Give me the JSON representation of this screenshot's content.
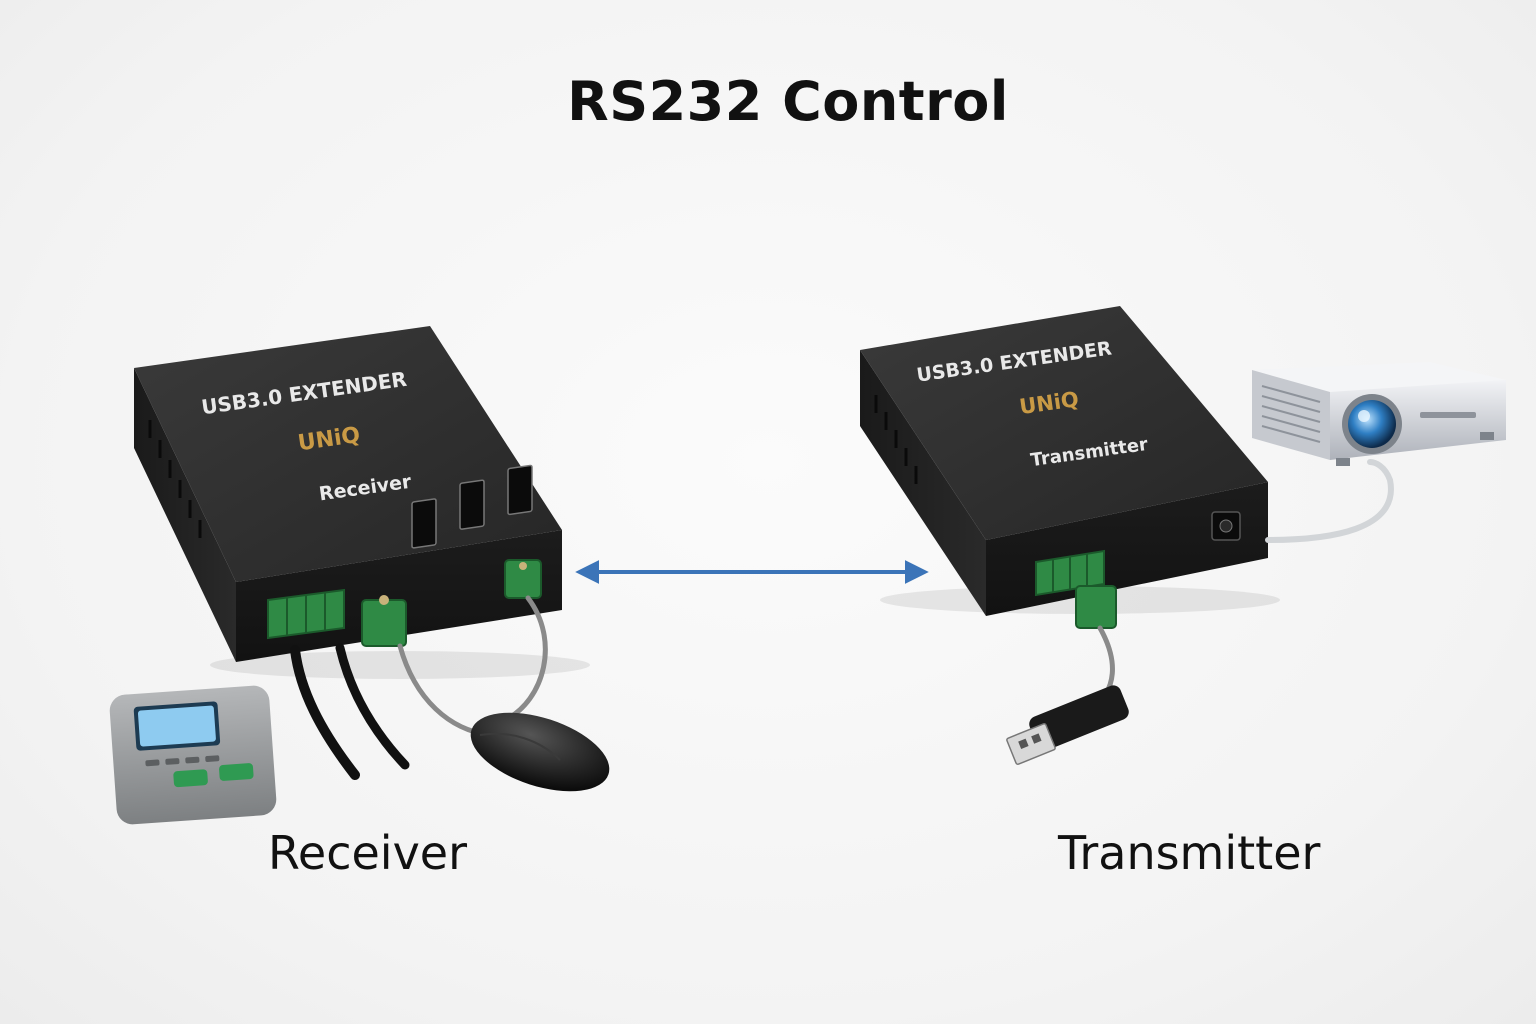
{
  "diagram": {
    "title": "RS232 Control",
    "receiver": {
      "device_label": "USB3.0 EXTENDER",
      "brand": "UNiQ",
      "role_label": "Receiver",
      "caption": "Receiver"
    },
    "transmitter": {
      "device_label": "USB3.0 EXTENDER",
      "brand": "UNiQ",
      "role_label": "Transmitter",
      "caption": "Transmitter"
    },
    "link": {
      "style": "double-headed-arrow",
      "color": "#3b74b8"
    },
    "colors": {
      "device_body": "#2a2a2a",
      "terminal_green": "#2f8a45",
      "brand_gold": "#c99a45"
    },
    "icons": [
      "remote-control-icon",
      "mouse-icon",
      "usb-dongle-icon",
      "projector-icon"
    ]
  }
}
